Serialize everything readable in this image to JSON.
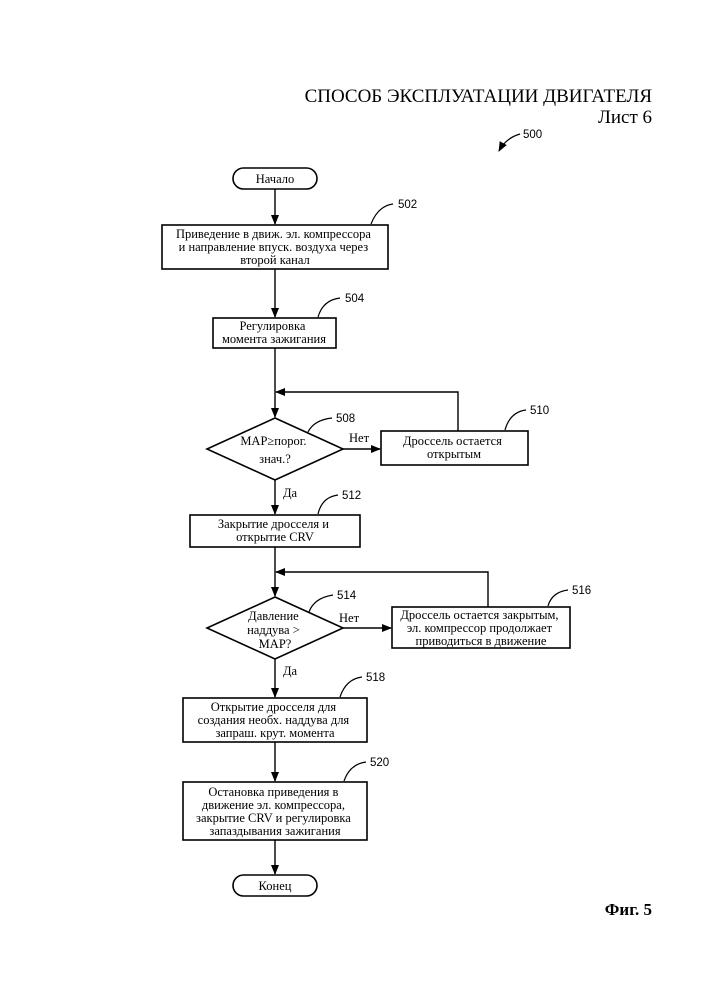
{
  "header": {
    "title": "СПОСОБ ЭКСПЛУАТАЦИИ ДВИГАТЕЛЯ",
    "sheet": "Лист 6"
  },
  "figure_label": "Фиг. 5",
  "diagram": {
    "ref_main": "500",
    "start": "Начало",
    "end": "Конец",
    "steps": [
      {
        "id": "502",
        "lines": [
          "Приведение в движ. эл. компрессора",
          "и направление впуск. воздуха через",
          "второй канал"
        ]
      },
      {
        "id": "504",
        "lines": [
          "Регулировка",
          "момента зажигания"
        ]
      },
      {
        "id": "508",
        "lines": [
          "MAP≥порог.",
          "знач.?"
        ]
      },
      {
        "id": "510",
        "lines": [
          "Дроссель остается",
          "открытым"
        ]
      },
      {
        "id": "512",
        "lines": [
          "Закрытие дросселя и",
          "открытие CRV"
        ]
      },
      {
        "id": "514",
        "lines": [
          "Давление",
          "наддува >",
          "MAP?"
        ]
      },
      {
        "id": "516",
        "lines": [
          "Дроссель остается закрытым,",
          "эл. компрессор продолжает",
          "приводиться в движение"
        ]
      },
      {
        "id": "518",
        "lines": [
          "Открытие дросселя для",
          "создания необх. наддува для",
          "запраш. крут. момента"
        ]
      },
      {
        "id": "520",
        "lines": [
          "Остановка приведения в",
          "движение эл. компрессора,",
          "закрытие CRV и регулировка",
          "запаздывания зажигания"
        ]
      }
    ],
    "yes_label": "Да",
    "no_label": "Нет"
  }
}
